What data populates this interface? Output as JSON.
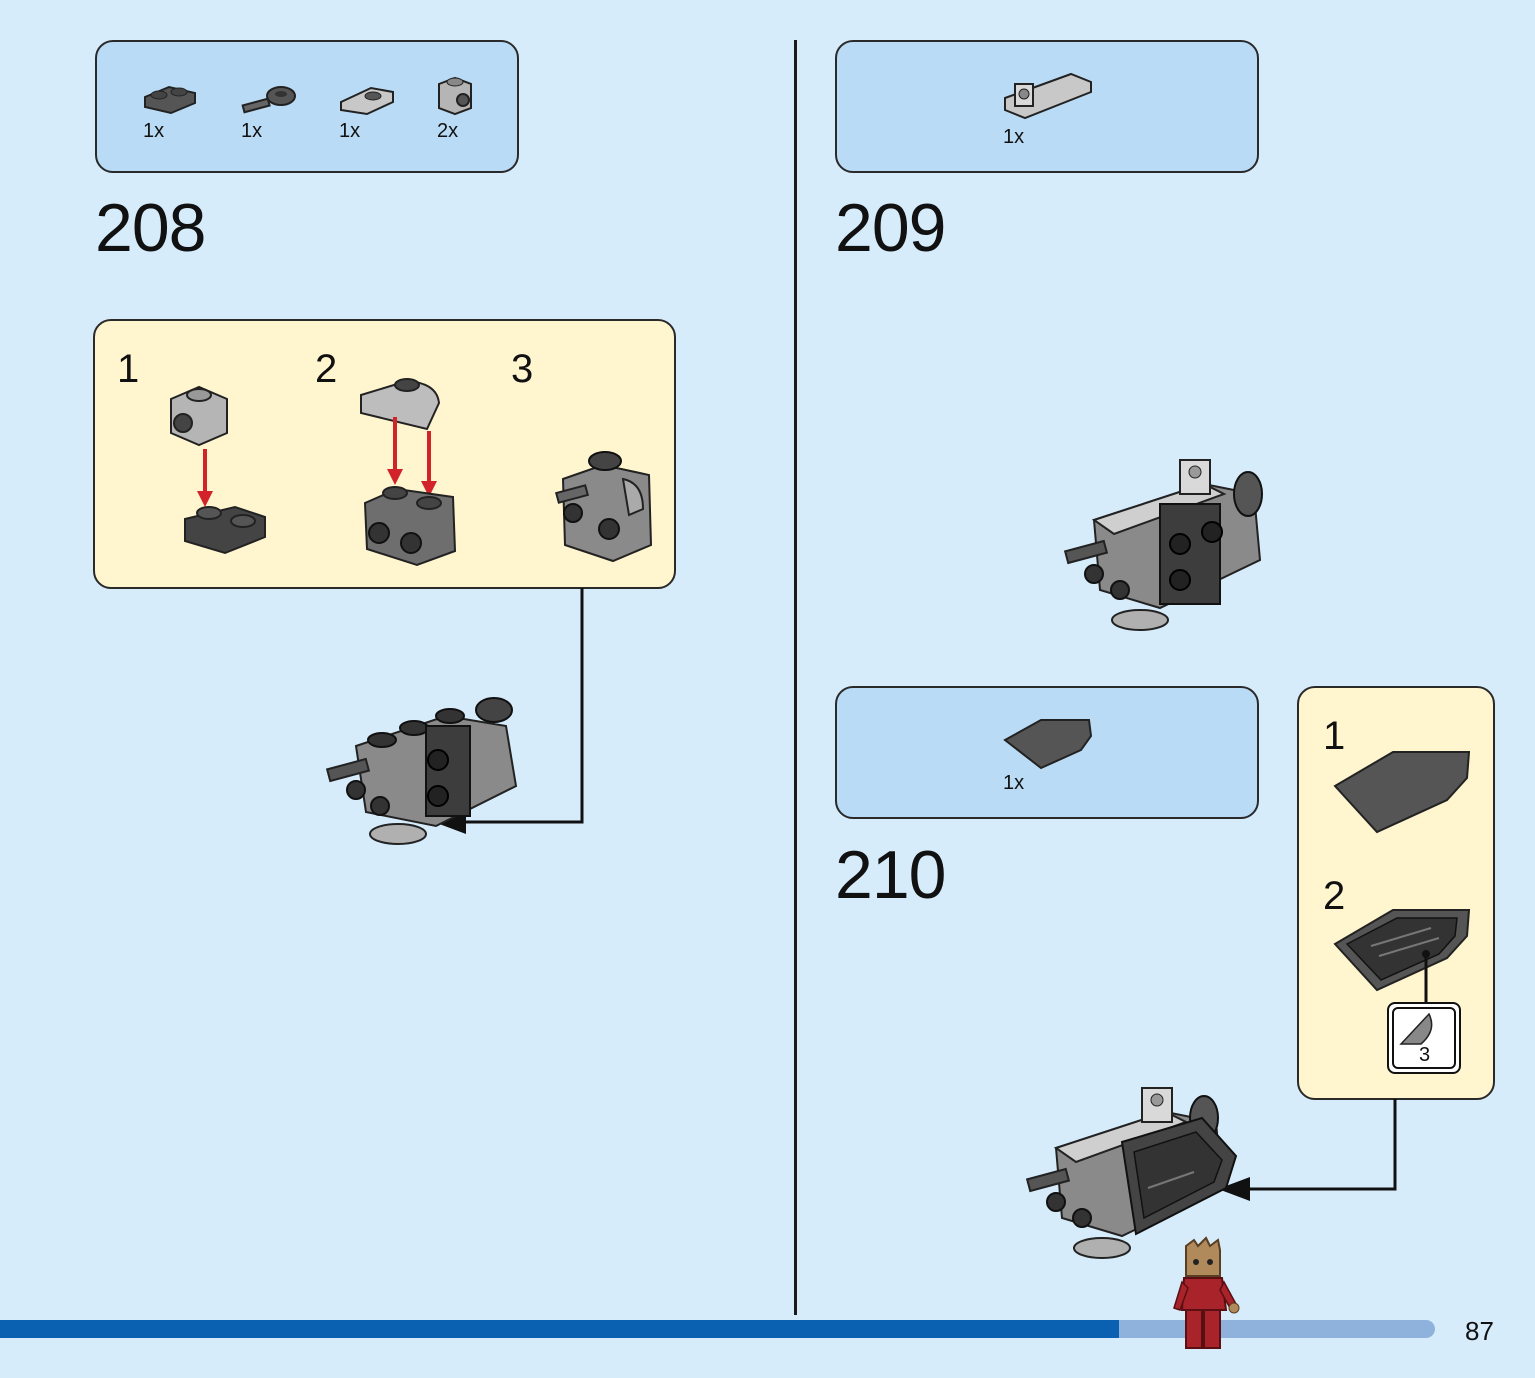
{
  "page": {
    "number": "87",
    "progress_fraction": 0.78
  },
  "steps": [
    {
      "number": "208",
      "parts": [
        {
          "qty": "1x",
          "icon": "dark-plate-1x2-icon"
        },
        {
          "qty": "1x",
          "icon": "bar-holder-clip-icon"
        },
        {
          "qty": "1x",
          "icon": "curved-plate-icon"
        },
        {
          "qty": "2x",
          "icon": "brick-with-stud-side-icon"
        }
      ],
      "substeps": [
        "1",
        "2",
        "3"
      ]
    },
    {
      "number": "209",
      "parts": [
        {
          "qty": "1x",
          "icon": "clip-plate-icon"
        }
      ]
    },
    {
      "number": "210",
      "parts": [
        {
          "qty": "1x",
          "icon": "wedge-tile-icon"
        }
      ],
      "substeps": [
        "1",
        "2"
      ],
      "sticker": "3"
    }
  ],
  "colors": {
    "background": "#d6ecfb",
    "parts_box": "#b9dbf5",
    "substep_box": "#fff5cf",
    "arrow_red": "#d2232a",
    "progress": "#0a61b2"
  }
}
